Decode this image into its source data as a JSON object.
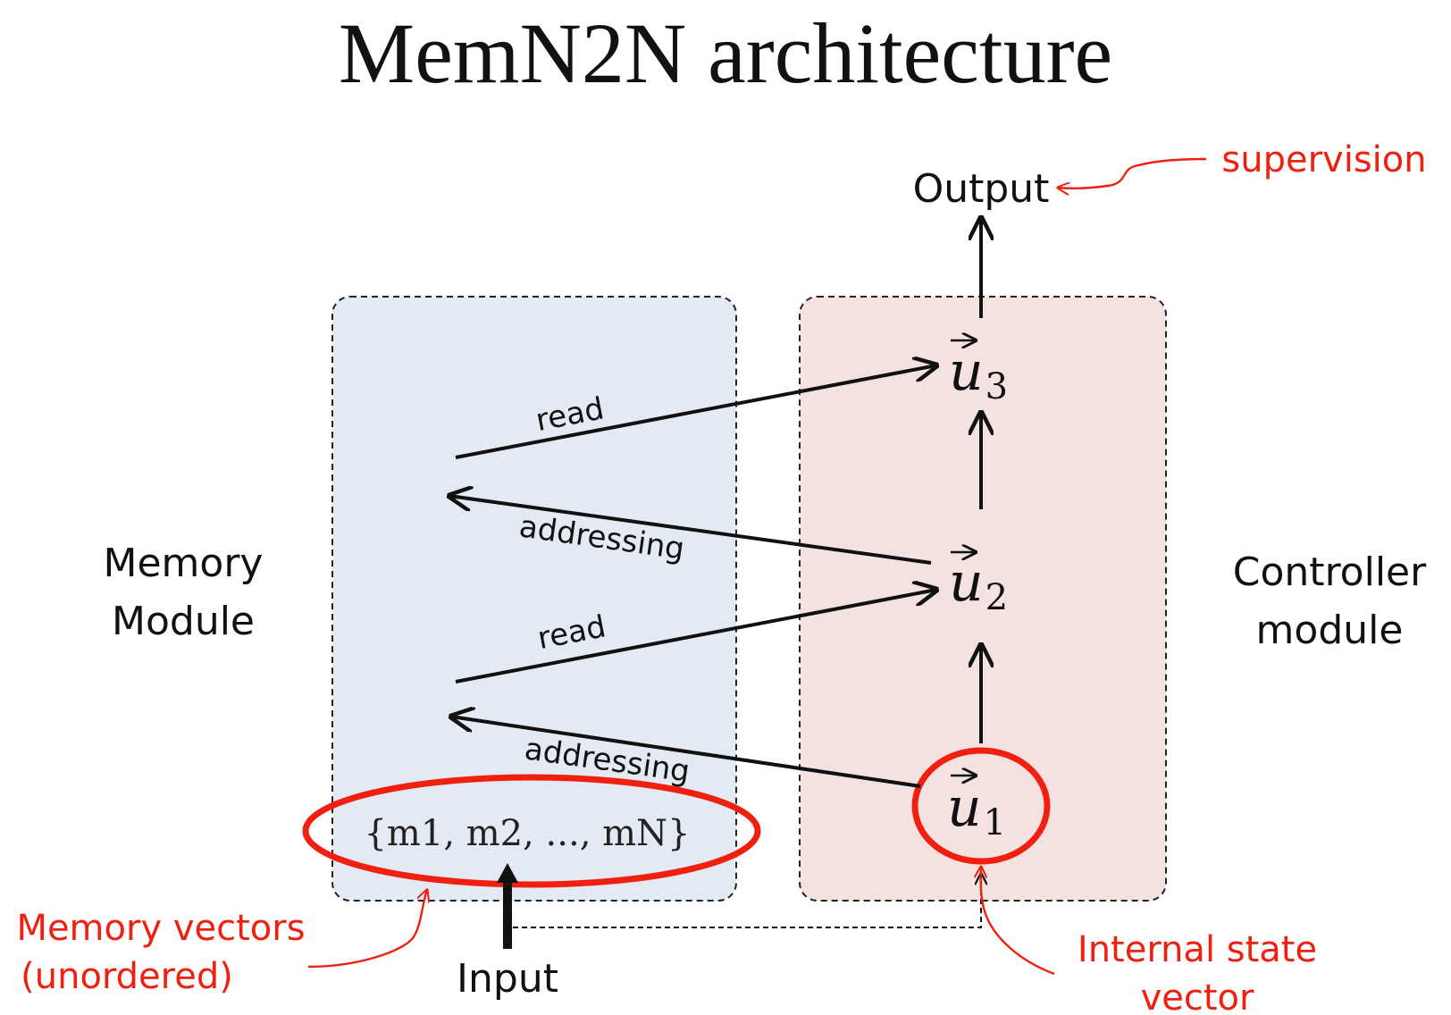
{
  "title": "MemN2N architecture",
  "labels": {
    "output": "Output",
    "input": "Input",
    "memory_module_line1": "Memory",
    "memory_module_line2": "Module",
    "controller_module_line1": "Controller",
    "controller_module_line2": "module"
  },
  "edges": {
    "read_top": "read",
    "addressing_top": "addressing",
    "read_bottom": "read",
    "addressing_bottom": "addressing"
  },
  "states": {
    "u_symbol": "u",
    "u1_sub": "1",
    "u2_sub": "2",
    "u3_sub": "3",
    "memory_set": "{m1, m2, ..., mN}"
  },
  "annotations": {
    "supervision": "supervision",
    "memory_vectors_line1": "Memory vectors",
    "memory_vectors_line2": "(unordered)",
    "internal_state_line1": "Internal state",
    "internal_state_line2": "vector"
  },
  "colors": {
    "memory_box": "#e3eaf3",
    "controller_box": "#f4e2e1",
    "annotation_red": "#f02010"
  }
}
